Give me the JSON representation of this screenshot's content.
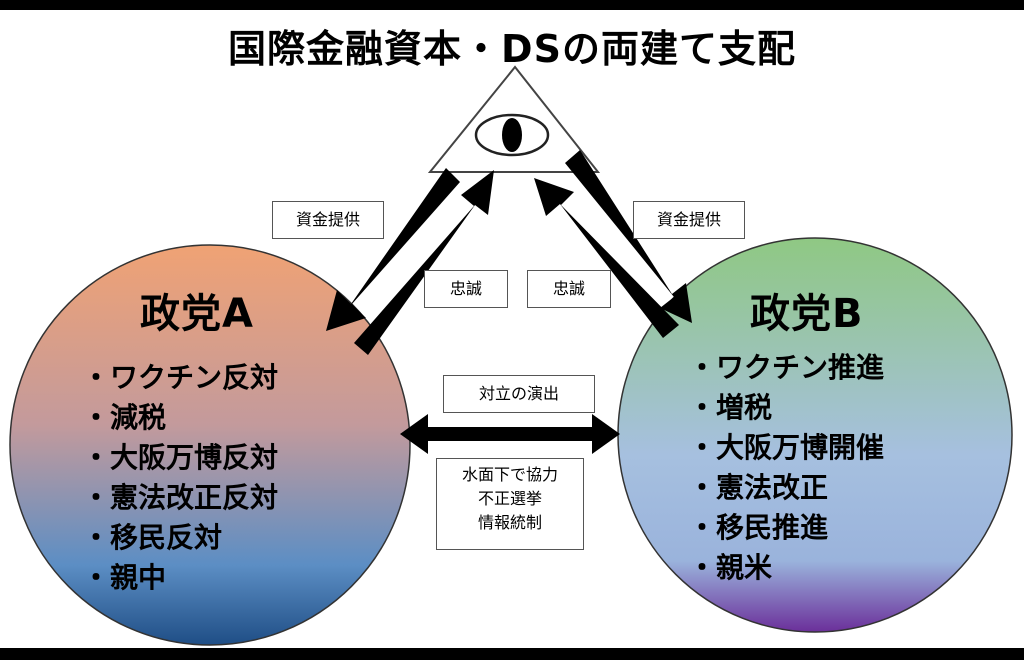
{
  "title": "国際金融資本・DSの両建て支配",
  "apex": {
    "icon": "eye-in-triangle-icon"
  },
  "party_a": {
    "name": "政党A",
    "policies": [
      "ワクチン反対",
      "減税",
      "大阪万博反対",
      "憲法改正反対",
      "移民反対",
      "親中"
    ],
    "gradient": [
      "#f0a274",
      "#5c8ec4",
      "#1f4e86"
    ]
  },
  "party_b": {
    "name": "政党B",
    "policies": [
      "ワクチン推進",
      "増税",
      "大阪万博開催",
      "憲法改正",
      "移民推進",
      "親米"
    ],
    "gradient": [
      "#8fc883",
      "#a6c0df",
      "#6b2f9a"
    ]
  },
  "labels": {
    "funding_left": "資金提供",
    "funding_right": "資金提供",
    "loyalty_left": "忠誠",
    "loyalty_right": "忠誠",
    "confrontation": "対立の演出",
    "underwater": [
      "水面下で協力",
      "不正選挙",
      "情報統制"
    ]
  },
  "bullet": "・",
  "colors": {
    "frame": "#000000",
    "arrow": "#000000",
    "box_border": "#555555"
  }
}
